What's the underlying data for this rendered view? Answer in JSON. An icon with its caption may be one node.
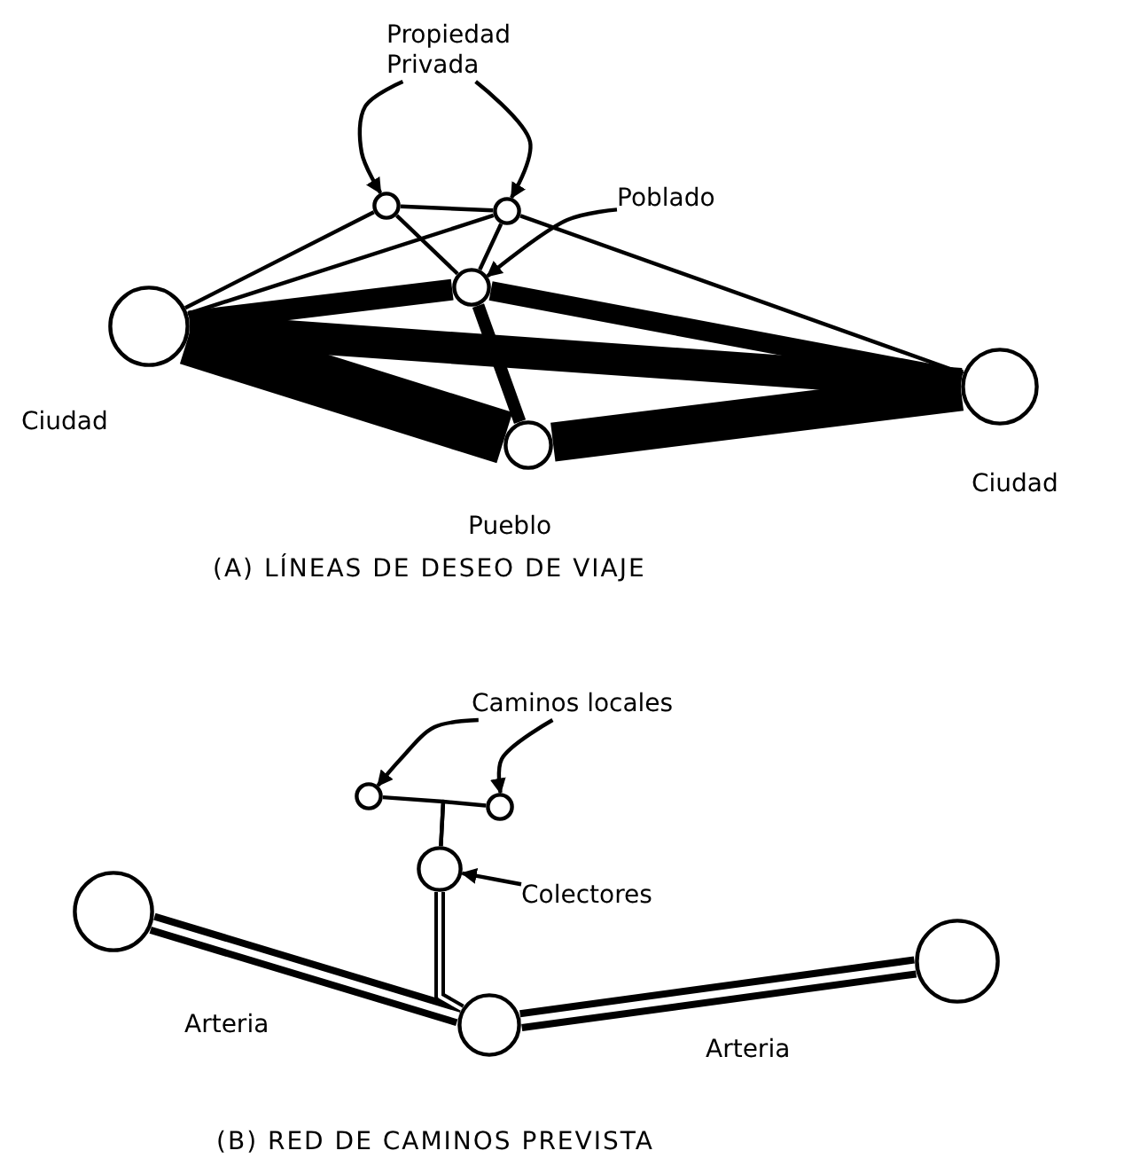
{
  "diagram": {
    "nodes": [
      {
        "text": [
          "Propiedad Privada"
        ]
      },
      {
        "text": [
          "Poblado"
        ]
      },
      {
        "text": [],
        "shape": "circle"
      },
      {
        "text": [],
        "shape": "circle"
      },
      {
        "text": [],
        "shape": "circle"
      },
      {
        "text": [],
        "shape": "circle",
        "beside": [
          "Ciudad"
        ]
      },
      {
        "text": [],
        "shape": "circle",
        "beside": [
          "Pueblo"
        ]
      },
      {
        "text": [],
        "shape": "circle",
        "beside": [
          "Ciudad"
        ]
      },
      {
        "text": [
          "Caminos locales"
        ]
      },
      {
        "text": [],
        "shape": "circle"
      },
      {
        "text": [],
        "shape": "circle"
      },
      {
        "text": [],
        "shape": "circle"
      },
      {
        "text": [
          "Colectores"
        ]
      },
      {
        "text": [],
        "shape": "circle"
      },
      {
        "text": [],
        "shape": "circle"
      },
      {
        "text": [],
        "shape": "circle"
      }
    ],
    "edges": [
      {
        "from": 0,
        "to": 2,
        "arrow": "to"
      },
      {
        "from": 0,
        "to": 3,
        "arrow": "to"
      },
      {
        "from": 1,
        "to": 4,
        "arrow": "to"
      },
      {
        "from": 5,
        "to": 2,
        "arrow": "none"
      },
      {
        "from": 5,
        "to": 3,
        "arrow": "none"
      },
      {
        "from": 2,
        "to": 3,
        "arrow": "none"
      },
      {
        "from": 2,
        "to": 4,
        "arrow": "none"
      },
      {
        "from": 3,
        "to": 4,
        "arrow": "none"
      },
      {
        "from": 3,
        "to": 7,
        "arrow": "none"
      },
      {
        "from": 5,
        "to": 4,
        "arrow": "none",
        "style": "thick"
      },
      {
        "from": 5,
        "to": 6,
        "arrow": "none",
        "style": "thick"
      },
      {
        "from": 5,
        "to": 7,
        "arrow": "none",
        "style": "thick"
      },
      {
        "from": 4,
        "to": 7,
        "arrow": "none",
        "style": "thick"
      },
      {
        "from": 6,
        "to": 7,
        "arrow": "none",
        "style": "thick"
      },
      {
        "from": 4,
        "to": 6,
        "arrow": "none",
        "style": "thick"
      },
      {
        "from": 8,
        "to": 9,
        "arrow": "to"
      },
      {
        "from": 8,
        "to": 10,
        "arrow": "to"
      },
      {
        "from": 12,
        "to": 11,
        "arrow": "to"
      },
      {
        "from": 9,
        "to": 11,
        "arrow": "none"
      },
      {
        "from": 10,
        "to": 11,
        "arrow": "none"
      },
      {
        "from": 11,
        "to": 14,
        "arrow": "none",
        "style": "thick"
      },
      {
        "from": 13,
        "to": 14,
        "arrow": "none",
        "style": "thick",
        "label": "Arteria"
      },
      {
        "from": 14,
        "to": 15,
        "arrow": "none",
        "style": "thick",
        "label": "Arteria"
      }
    ],
    "labels": [
      "(A) LÍNEAS DE DESEO DE VIAJE",
      "(B) RED DE CAMINOS PREVISTA"
    ]
  }
}
